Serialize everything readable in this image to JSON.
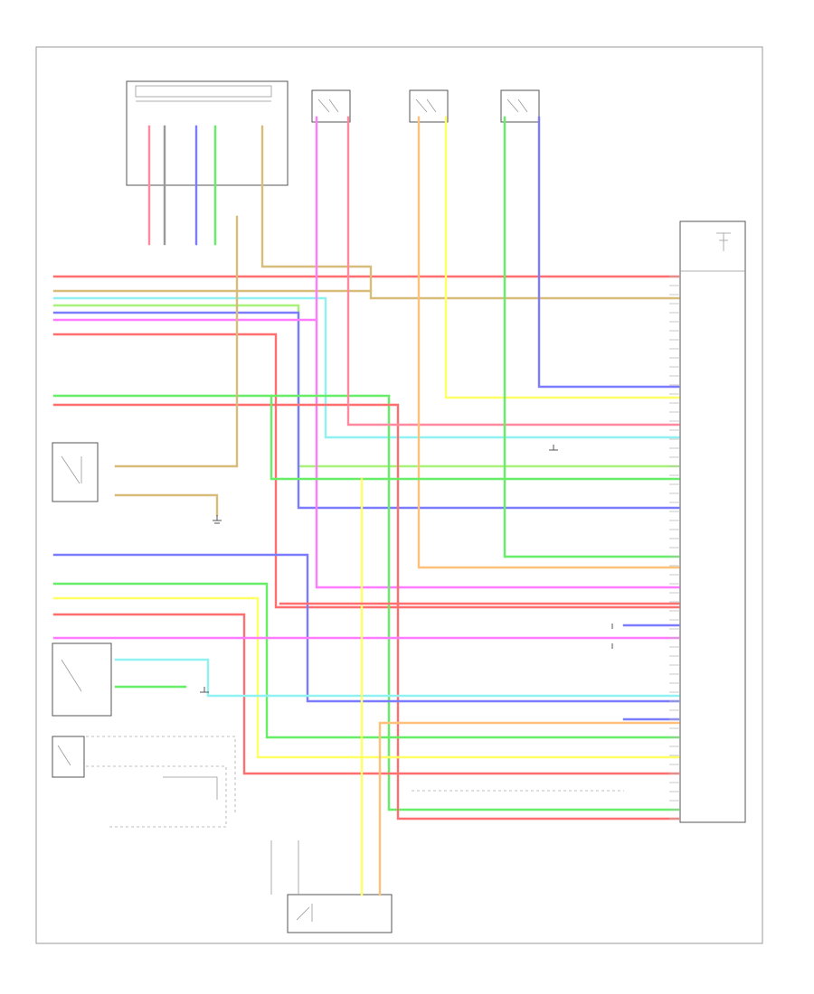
{
  "diagram": {
    "title": "",
    "page_label": "",
    "footer": "",
    "colors": {
      "red": "#ff6f6f",
      "pink": "#ff8aa0",
      "green": "#66ee66",
      "lightgreen": "#a8f27a",
      "lightblue": "#8ff1f1",
      "blue": "#7b7bff",
      "magenta": "#ff7bff",
      "yellow": "#ffff66",
      "tan": "#d8bc7a",
      "orange": "#ffc07a",
      "gray": "#999999"
    },
    "components": [
      {
        "id": "top-connector-block",
        "icon": "switch-block-icon"
      },
      {
        "id": "switch-a",
        "icon": "switch-icon"
      },
      {
        "id": "switch-b",
        "icon": "switch-icon"
      },
      {
        "id": "switch-c",
        "icon": "switch-icon"
      },
      {
        "id": "right-control-unit",
        "icon": "module-icon"
      },
      {
        "id": "left-switch-1",
        "icon": "switch-icon"
      },
      {
        "id": "left-switch-2",
        "icon": "switch-icon"
      },
      {
        "id": "left-switch-3",
        "icon": "switch-icon"
      },
      {
        "id": "bottom-switch",
        "icon": "switch-icon"
      },
      {
        "id": "ground-symbols",
        "icon": "ground-icon"
      }
    ],
    "wire_count": 34
  }
}
